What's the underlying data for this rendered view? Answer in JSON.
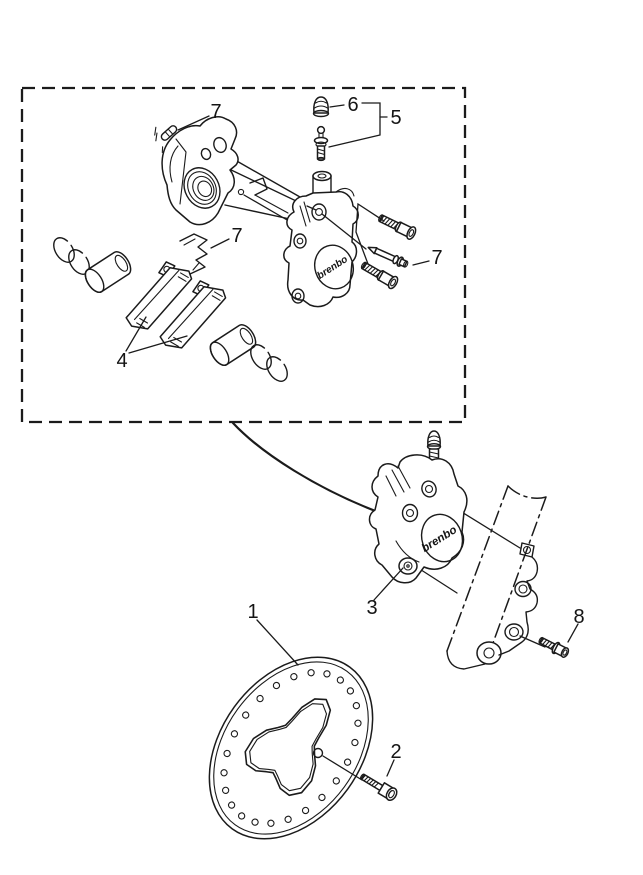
{
  "figure": {
    "brand_text": "brenbo",
    "callouts": {
      "disc": "1",
      "disc_bolt": "2",
      "caliper_assembly": "3",
      "brake_pads": "4",
      "bleed_valve_kit": "5",
      "bleed_valve_cap": "6",
      "retainer_pin": "7",
      "pad_spring": "7",
      "pad_pin": "7",
      "mounting_bolt": "8"
    }
  }
}
